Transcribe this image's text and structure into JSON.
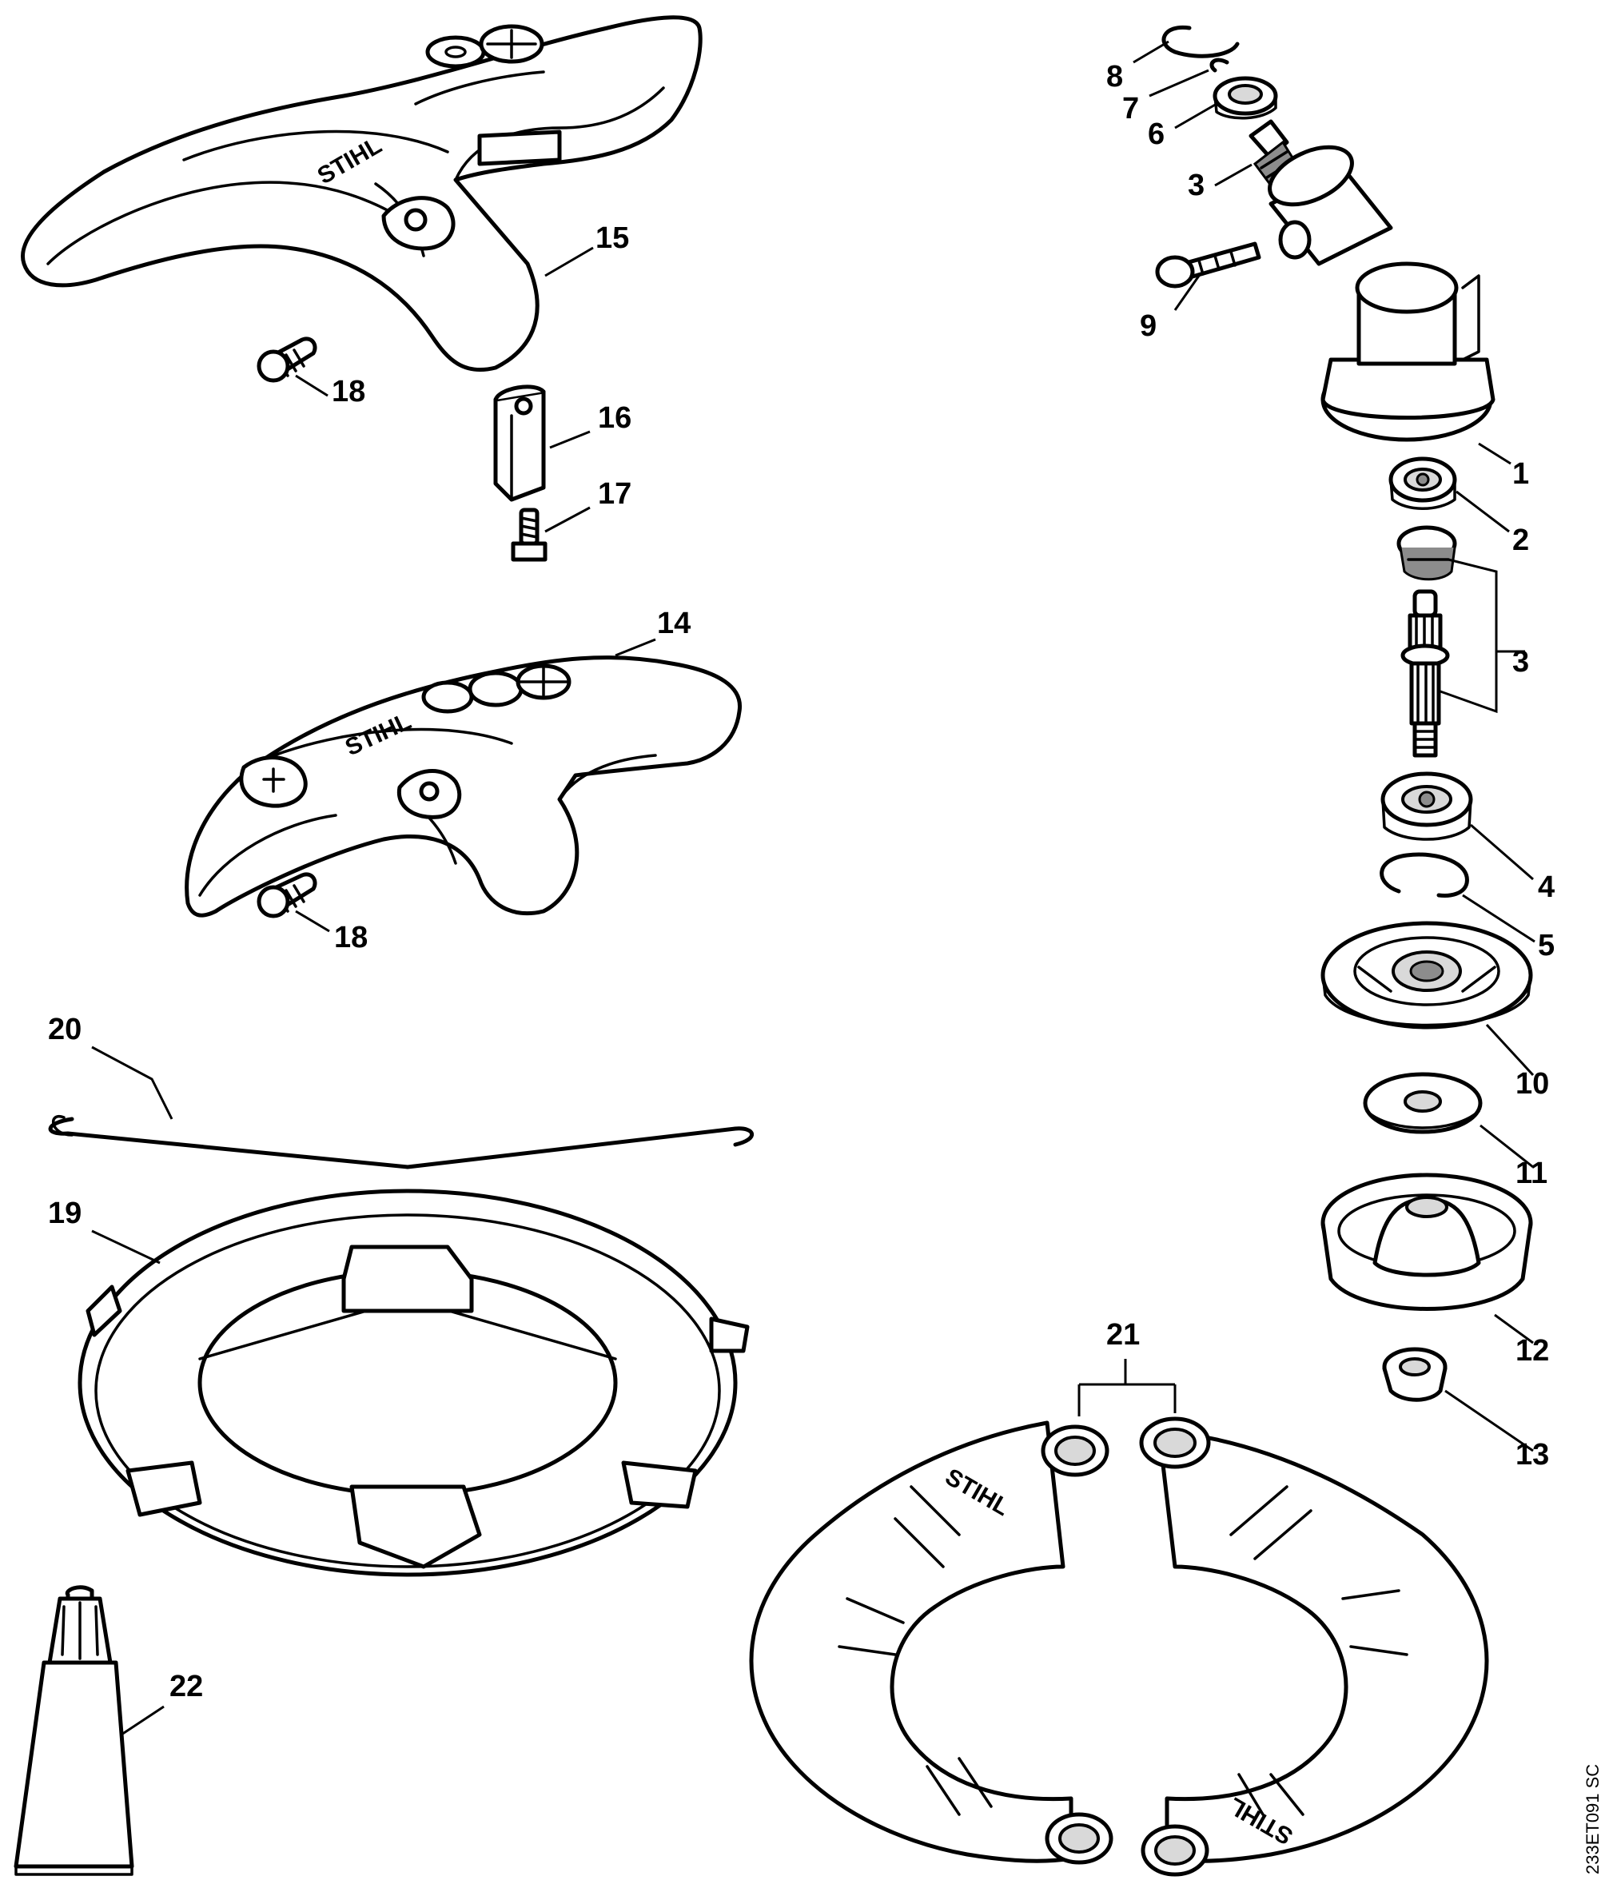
{
  "drawing_code": "233ET091 SC",
  "brand_mark": "STIHL",
  "callouts": [
    {
      "id": "c8",
      "text": "8"
    },
    {
      "id": "c7",
      "text": "7"
    },
    {
      "id": "c6",
      "text": "6"
    },
    {
      "id": "c3a",
      "text": "3"
    },
    {
      "id": "c9",
      "text": "9"
    },
    {
      "id": "c1",
      "text": "1"
    },
    {
      "id": "c2",
      "text": "2"
    },
    {
      "id": "c3b",
      "text": "3"
    },
    {
      "id": "c4",
      "text": "4"
    },
    {
      "id": "c5",
      "text": "5"
    },
    {
      "id": "c10",
      "text": "10"
    },
    {
      "id": "c11",
      "text": "11"
    },
    {
      "id": "c12",
      "text": "12"
    },
    {
      "id": "c13",
      "text": "13"
    },
    {
      "id": "c15",
      "text": "15"
    },
    {
      "id": "c18a",
      "text": "18"
    },
    {
      "id": "c16",
      "text": "16"
    },
    {
      "id": "c17",
      "text": "17"
    },
    {
      "id": "c14",
      "text": "14"
    },
    {
      "id": "c18b",
      "text": "18"
    },
    {
      "id": "c20",
      "text": "20"
    },
    {
      "id": "c19",
      "text": "19"
    },
    {
      "id": "c21",
      "text": "21"
    },
    {
      "id": "c22",
      "text": "22"
    }
  ]
}
